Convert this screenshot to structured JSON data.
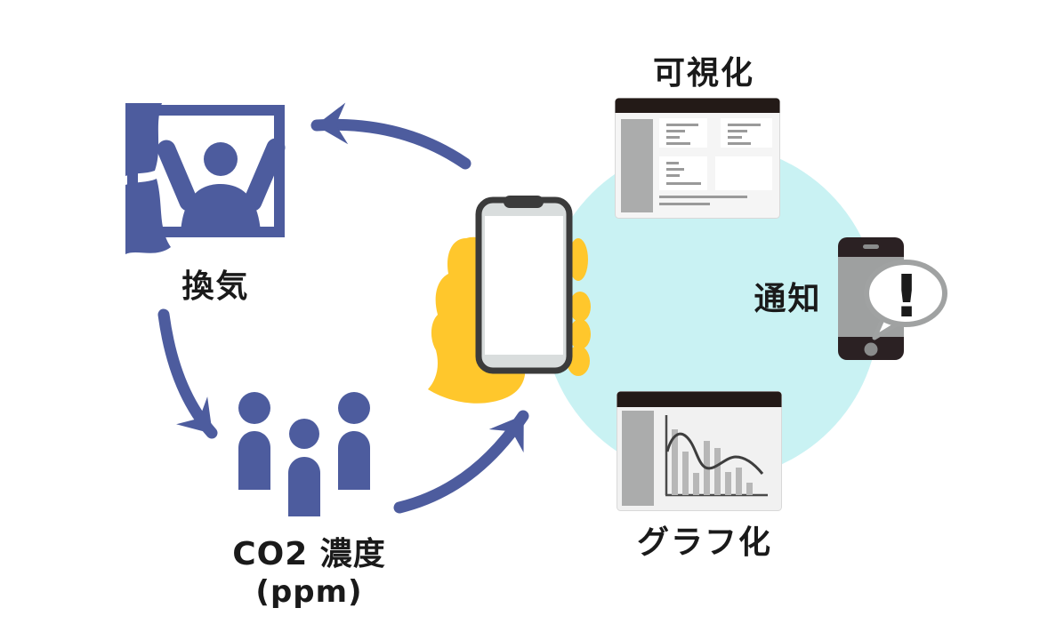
{
  "diagram": {
    "type": "cycle-illustration",
    "labels": {
      "ventilation": "換気",
      "co2_line1": "CO2 濃度",
      "co2_line2": "(ppm)",
      "visualization": "可視化",
      "notification": "通知",
      "graphing": "グラフ化",
      "alert_mark": "!"
    },
    "icons": [
      "open-window-person-icon",
      "people-group-icon",
      "hand-holding-phone-icon",
      "dashboard-window-icon",
      "notification-phone-icon",
      "chart-window-icon",
      "curved-arrow-icon"
    ],
    "colors": {
      "primary_blue": "#4D5C9E",
      "accent_yellow": "#FFC72C",
      "circle_cyan": "#C9F2F3",
      "window_bar_dark": "#231A17",
      "sidebar_gray": "#ABACAC",
      "line_gray": "#9A9A9A",
      "phone_dark": "#2B2123",
      "phone_screen_gray": "#9EA0A0",
      "text_black": "#1A1A1A"
    }
  }
}
